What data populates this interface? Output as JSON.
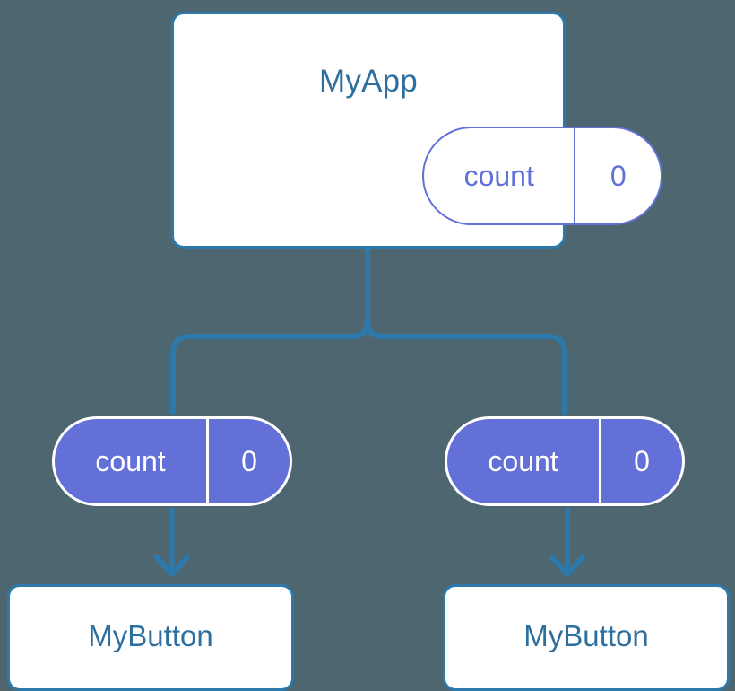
{
  "diagram": {
    "type": "component-state-tree",
    "background_color": "#4d666f",
    "accent_color": "#2d79ab",
    "state_color": "#6370d8",
    "text_color": "#2d6f9f",
    "parent": {
      "name": "MyApp",
      "state": {
        "key": "count",
        "value": "0"
      }
    },
    "props": [
      {
        "key": "count",
        "value": "0"
      },
      {
        "key": "count",
        "value": "0"
      }
    ],
    "children": [
      {
        "name": "MyButton"
      },
      {
        "name": "MyButton"
      }
    ]
  }
}
